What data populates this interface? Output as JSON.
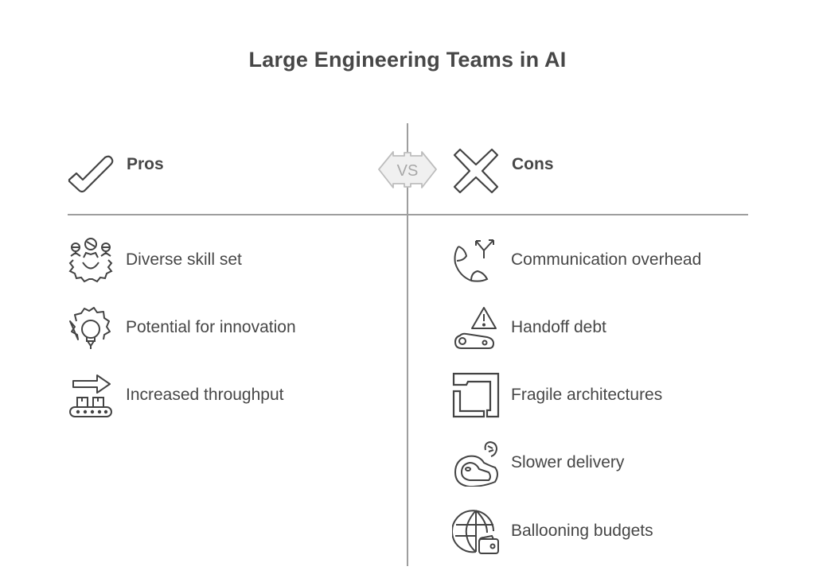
{
  "title": "Large Engineering Teams in AI",
  "vs_label": "VS",
  "pros": {
    "heading": "Pros",
    "icon": "checkmark-icon",
    "items": [
      {
        "label": "Diverse skill set",
        "icon": "team-gear-icon"
      },
      {
        "label": "Potential for innovation",
        "icon": "gear-lightbulb-icon"
      },
      {
        "label": "Increased throughput",
        "icon": "conveyor-belt-icon"
      }
    ]
  },
  "cons": {
    "heading": "Cons",
    "icon": "x-mark-icon",
    "items": [
      {
        "label": "Communication overhead",
        "icon": "phone-split-arrows-icon"
      },
      {
        "label": "Handoff debt",
        "icon": "warning-conveyor-icon"
      },
      {
        "label": "Fragile architectures",
        "icon": "broken-frame-icon"
      },
      {
        "label": "Slower delivery",
        "icon": "steak-shrimp-icon"
      },
      {
        "label": "Ballooning budgets",
        "icon": "globe-wallet-icon"
      }
    ]
  },
  "colors": {
    "text": "#474747",
    "divider": "#9e9e9e",
    "vs_fill": "#f0f0f0",
    "vs_stroke": "#bdbdbd"
  }
}
